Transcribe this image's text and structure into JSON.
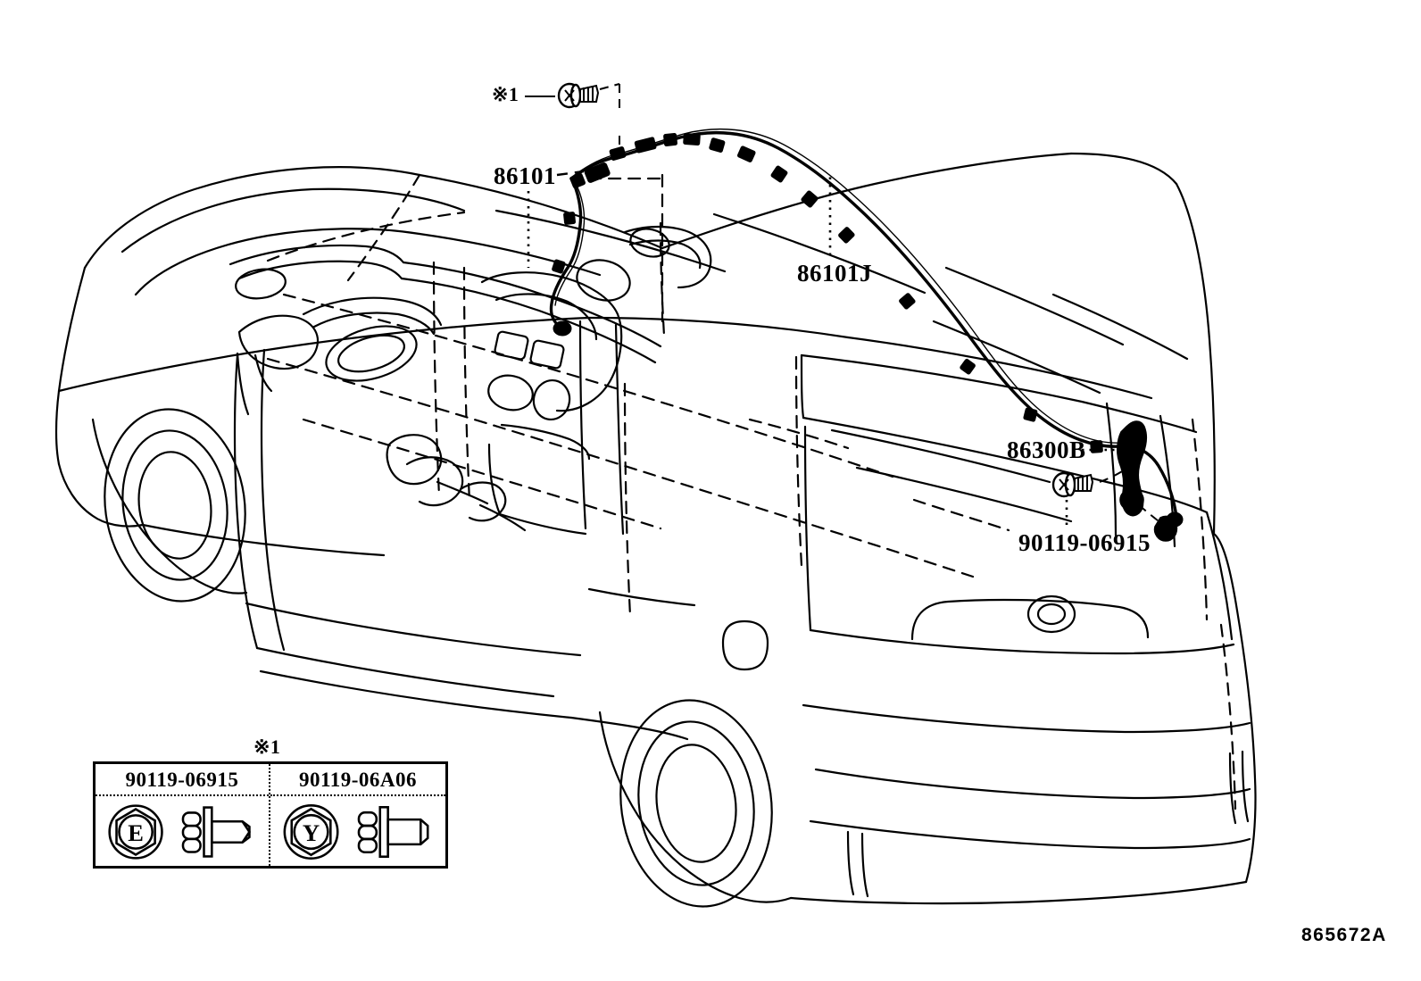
{
  "diagram": {
    "code": "865672A",
    "subject": "vehicle-antenna-cable-routing",
    "view": "rear three-quarter cutaway of minivan body"
  },
  "callouts": [
    {
      "id": "part-86101",
      "text": "86101",
      "leader": "dash-and-dot to antenna cord front connector"
    },
    {
      "id": "part-86101j",
      "text": "86101J",
      "leader": "dotted vertical to roof antenna cable"
    },
    {
      "id": "part-86300b",
      "text": "86300B",
      "leader": "dotted horizontal to antenna base bracket"
    },
    {
      "id": "part-90119-06915",
      "text": "90119-06915",
      "leader": "dotted vertical up to screw"
    }
  ],
  "reference_marks": {
    "top_mark": "※1",
    "table_mark": "※1"
  },
  "legend": {
    "mark": "※1",
    "columns": [
      {
        "part_number": "90119-06915",
        "head_letter": "E",
        "shank": "tapered-point"
      },
      {
        "part_number": "90119-06A06",
        "head_letter": "Y",
        "shank": "flat-end"
      }
    ]
  },
  "icons": {
    "screw_top": "screw-icon",
    "screw_rear": "screw-icon",
    "bolt_head_e": "hex-bolt-head-icon",
    "bolt_head_y": "hex-bolt-head-icon",
    "bolt_side_e": "bolt-side-view-icon",
    "bolt_side_y": "bolt-side-view-icon"
  },
  "colors": {
    "line": "#000000",
    "background": "#ffffff"
  }
}
